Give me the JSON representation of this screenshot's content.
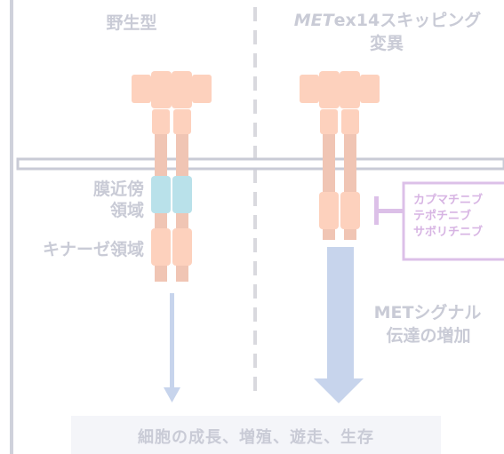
{
  "headers": {
    "wild_type": "野生型",
    "mutant_italic": "MET",
    "mutant_rest": "ex14スキッピング",
    "mutant_line2": "変異"
  },
  "domains": {
    "juxtamembrane_line1": "膜近傍",
    "juxtamembrane_line2": "領域",
    "kinase": "キナーゼ領域"
  },
  "drugs": [
    "カプマチニブ",
    "テポチニブ",
    "サボリチニブ"
  ],
  "signal": {
    "line1": "METシグナル",
    "line2": "伝達の増加"
  },
  "outcome": "細胞の成長、増殖、遊走、生存",
  "colors": {
    "receptor_peach": "#fdd1bd",
    "receptor_stem": "#f0c5b4",
    "juxtamembrane_teal": "#b9e1ea",
    "membrane": "#c9cbd6",
    "arrow_blue": "#c7d4ec",
    "drug_purple": "#dcc0e8",
    "divider": "#d9d9de",
    "text_gray": "#c9cbd6"
  }
}
